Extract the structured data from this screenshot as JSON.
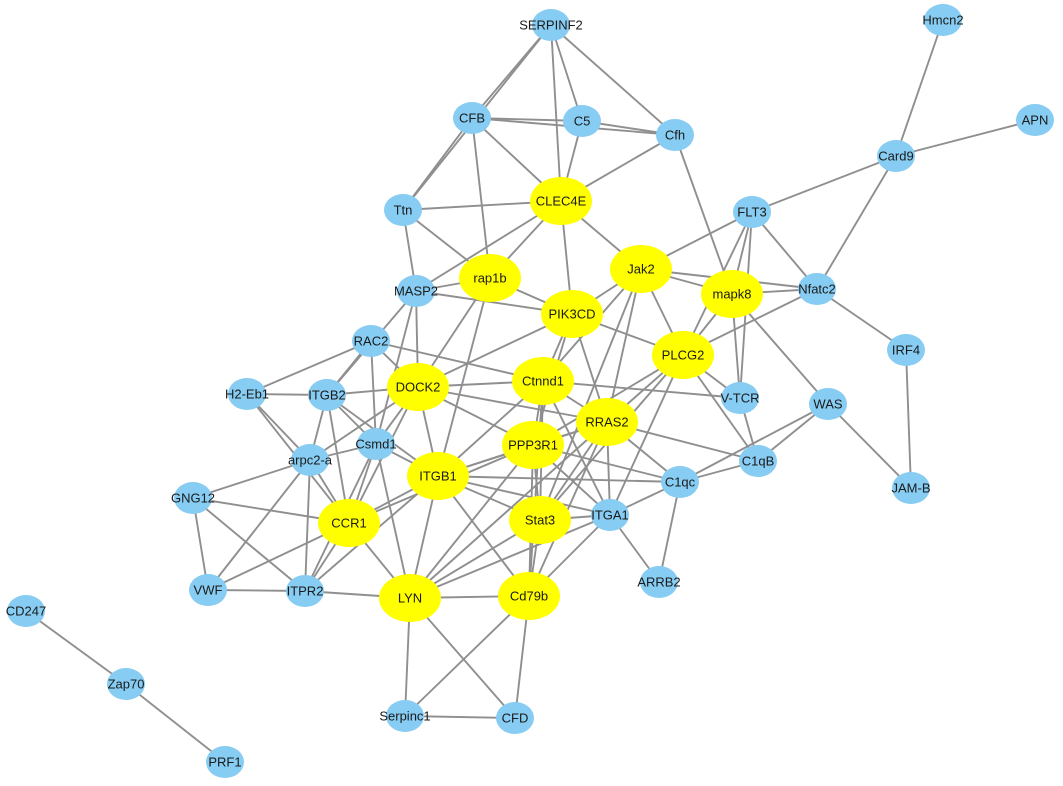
{
  "network": {
    "colors": {
      "hub": "#ffff00",
      "other": "#87ccf2",
      "edge": "#8f8f8f",
      "background": "#ffffff"
    },
    "nodes": [
      {
        "id": "SERPINF2",
        "label": "SERPINF2",
        "group": "other"
      },
      {
        "id": "Hmcn2",
        "label": "Hmcn2",
        "group": "other"
      },
      {
        "id": "CFB",
        "label": "CFB",
        "group": "other"
      },
      {
        "id": "C5",
        "label": "C5",
        "group": "other"
      },
      {
        "id": "Cfh",
        "label": "Cfh",
        "group": "other"
      },
      {
        "id": "APN",
        "label": "APN",
        "group": "other"
      },
      {
        "id": "Card9",
        "label": "Card9",
        "group": "other"
      },
      {
        "id": "Ttn",
        "label": "Ttn",
        "group": "other"
      },
      {
        "id": "CLEC4E",
        "label": "CLEC4E",
        "group": "hub"
      },
      {
        "id": "FLT3",
        "label": "FLT3",
        "group": "other"
      },
      {
        "id": "Jak2",
        "label": "Jak2",
        "group": "hub"
      },
      {
        "id": "rap1b",
        "label": "rap1b",
        "group": "hub"
      },
      {
        "id": "MASP2",
        "label": "MASP2",
        "group": "other"
      },
      {
        "id": "mapk8",
        "label": "mapk8",
        "group": "hub"
      },
      {
        "id": "Nfatc2",
        "label": "Nfatc2",
        "group": "other"
      },
      {
        "id": "PIK3CD",
        "label": "PIK3CD",
        "group": "hub"
      },
      {
        "id": "RAC2",
        "label": "RAC2",
        "group": "other"
      },
      {
        "id": "PLCG2",
        "label": "PLCG2",
        "group": "hub"
      },
      {
        "id": "IRF4",
        "label": "IRF4",
        "group": "other"
      },
      {
        "id": "Ctnnd1",
        "label": "Ctnnd1",
        "group": "hub"
      },
      {
        "id": "DOCK2",
        "label": "DOCK2",
        "group": "hub"
      },
      {
        "id": "H2-Eb1",
        "label": "H2-Eb1",
        "group": "other"
      },
      {
        "id": "ITGB2",
        "label": "ITGB2",
        "group": "other"
      },
      {
        "id": "V-TCR",
        "label": "V-TCR",
        "group": "other"
      },
      {
        "id": "WAS",
        "label": "WAS",
        "group": "other"
      },
      {
        "id": "RRAS2",
        "label": "RRAS2",
        "group": "hub"
      },
      {
        "id": "Csmd1",
        "label": "Csmd1",
        "group": "other"
      },
      {
        "id": "PPP3R1",
        "label": "PPP3R1",
        "group": "hub"
      },
      {
        "id": "arpc2-a",
        "label": "arpc2-a",
        "group": "other"
      },
      {
        "id": "C1qB",
        "label": "C1qB",
        "group": "other"
      },
      {
        "id": "ITGB1",
        "label": "ITGB1",
        "group": "hub"
      },
      {
        "id": "C1qc",
        "label": "C1qc",
        "group": "other"
      },
      {
        "id": "JAM-B",
        "label": "JAM-B",
        "group": "other"
      },
      {
        "id": "GNG12",
        "label": "GNG12",
        "group": "other"
      },
      {
        "id": "Stat3",
        "label": "Stat3",
        "group": "hub"
      },
      {
        "id": "ITGA1",
        "label": "ITGA1",
        "group": "other"
      },
      {
        "id": "CCR1",
        "label": "CCR1",
        "group": "hub"
      },
      {
        "id": "ARRB2",
        "label": "ARRB2",
        "group": "other"
      },
      {
        "id": "VWF",
        "label": "VWF",
        "group": "other"
      },
      {
        "id": "ITPR2",
        "label": "ITPR2",
        "group": "other"
      },
      {
        "id": "LYN",
        "label": "LYN",
        "group": "hub"
      },
      {
        "id": "Cd79b",
        "label": "Cd79b",
        "group": "hub"
      },
      {
        "id": "CD247",
        "label": "CD247",
        "group": "other"
      },
      {
        "id": "Zap70",
        "label": "Zap70",
        "group": "other"
      },
      {
        "id": "Serpinc1",
        "label": "Serpinc1",
        "group": "other"
      },
      {
        "id": "CFD",
        "label": "CFD",
        "group": "other"
      },
      {
        "id": "PRF1",
        "label": "PRF1",
        "group": "other"
      }
    ],
    "edges": [
      [
        "SERPINF2",
        "CFB"
      ],
      [
        "SERPINF2",
        "C5"
      ],
      [
        "SERPINF2",
        "Cfh"
      ],
      [
        "SERPINF2",
        "CLEC4E"
      ],
      [
        "SERPINF2",
        "Ttn"
      ],
      [
        "CFB",
        "C5"
      ],
      [
        "CFB",
        "Cfh"
      ],
      [
        "CFB",
        "Ttn"
      ],
      [
        "CFB",
        "CLEC4E"
      ],
      [
        "CFB",
        "rap1b"
      ],
      [
        "C5",
        "Cfh"
      ],
      [
        "C5",
        "CLEC4E"
      ],
      [
        "Cfh",
        "CLEC4E"
      ],
      [
        "Cfh",
        "mapk8"
      ],
      [
        "Hmcn2",
        "Card9"
      ],
      [
        "APN",
        "Card9"
      ],
      [
        "Card9",
        "FLT3"
      ],
      [
        "Card9",
        "Nfatc2"
      ],
      [
        "Ttn",
        "CLEC4E"
      ],
      [
        "Ttn",
        "MASP2"
      ],
      [
        "Ttn",
        "rap1b"
      ],
      [
        "CLEC4E",
        "MASP2"
      ],
      [
        "CLEC4E",
        "rap1b"
      ],
      [
        "CLEC4E",
        "PIK3CD"
      ],
      [
        "CLEC4E",
        "Jak2"
      ],
      [
        "FLT3",
        "Jak2"
      ],
      [
        "FLT3",
        "mapk8"
      ],
      [
        "FLT3",
        "Nfatc2"
      ],
      [
        "FLT3",
        "PLCG2"
      ],
      [
        "FLT3",
        "V-TCR"
      ],
      [
        "Jak2",
        "mapk8"
      ],
      [
        "Jak2",
        "Nfatc2"
      ],
      [
        "Jak2",
        "PLCG2"
      ],
      [
        "Jak2",
        "PIK3CD"
      ],
      [
        "Jak2",
        "RRAS2"
      ],
      [
        "Jak2",
        "Ctnnd1"
      ],
      [
        "Jak2",
        "Stat3"
      ],
      [
        "mapk8",
        "Nfatc2"
      ],
      [
        "mapk8",
        "PLCG2"
      ],
      [
        "mapk8",
        "WAS"
      ],
      [
        "mapk8",
        "V-TCR"
      ],
      [
        "Nfatc2",
        "PLCG2"
      ],
      [
        "Nfatc2",
        "IRF4"
      ],
      [
        "IRF4",
        "JAM-B"
      ],
      [
        "WAS",
        "JAM-B"
      ],
      [
        "WAS",
        "C1qB"
      ],
      [
        "WAS",
        "C1qc"
      ],
      [
        "rap1b",
        "MASP2"
      ],
      [
        "rap1b",
        "PIK3CD"
      ],
      [
        "rap1b",
        "DOCK2"
      ],
      [
        "rap1b",
        "ITGB1"
      ],
      [
        "MASP2",
        "PIK3CD"
      ],
      [
        "MASP2",
        "DOCK2"
      ],
      [
        "MASP2",
        "Csmd1"
      ],
      [
        "MASP2",
        "ITGB2"
      ],
      [
        "PIK3CD",
        "DOCK2"
      ],
      [
        "PIK3CD",
        "Ctnnd1"
      ],
      [
        "PIK3CD",
        "PLCG2"
      ],
      [
        "PIK3CD",
        "RRAS2"
      ],
      [
        "PIK3CD",
        "PPP3R1"
      ],
      [
        "RAC2",
        "DOCK2"
      ],
      [
        "RAC2",
        "ITGB2"
      ],
      [
        "RAC2",
        "H2-Eb1"
      ],
      [
        "RAC2",
        "Csmd1"
      ],
      [
        "RAC2",
        "Ctnnd1"
      ],
      [
        "PLCG2",
        "RRAS2"
      ],
      [
        "PLCG2",
        "V-TCR"
      ],
      [
        "PLCG2",
        "ITGA1"
      ],
      [
        "PLCG2",
        "PPP3R1"
      ],
      [
        "PLCG2",
        "Stat3"
      ],
      [
        "PLCG2",
        "C1qB"
      ],
      [
        "Ctnnd1",
        "DOCK2"
      ],
      [
        "Ctnnd1",
        "RRAS2"
      ],
      [
        "Ctnnd1",
        "PPP3R1"
      ],
      [
        "Ctnnd1",
        "ITGB1"
      ],
      [
        "Ctnnd1",
        "Stat3"
      ],
      [
        "Ctnnd1",
        "ITGA1"
      ],
      [
        "Ctnnd1",
        "V-TCR"
      ],
      [
        "Ctnnd1",
        "Cd79b"
      ],
      [
        "DOCK2",
        "ITGB2"
      ],
      [
        "DOCK2",
        "Csmd1"
      ],
      [
        "DOCK2",
        "arpc2-a"
      ],
      [
        "DOCK2",
        "ITGB1"
      ],
      [
        "DOCK2",
        "PPP3R1"
      ],
      [
        "DOCK2",
        "RRAS2"
      ],
      [
        "DOCK2",
        "CCR1"
      ],
      [
        "H2-Eb1",
        "ITGB2"
      ],
      [
        "H2-Eb1",
        "arpc2-a"
      ],
      [
        "H2-Eb1",
        "CCR1"
      ],
      [
        "ITGB2",
        "Csmd1"
      ],
      [
        "ITGB2",
        "arpc2-a"
      ],
      [
        "ITGB2",
        "ITGB1"
      ],
      [
        "ITGB2",
        "CCR1"
      ],
      [
        "V-TCR",
        "C1qB"
      ],
      [
        "RRAS2",
        "PPP3R1"
      ],
      [
        "RRAS2",
        "ITGB1"
      ],
      [
        "RRAS2",
        "Stat3"
      ],
      [
        "RRAS2",
        "ITGA1"
      ],
      [
        "RRAS2",
        "C1qc"
      ],
      [
        "RRAS2",
        "C1qB"
      ],
      [
        "RRAS2",
        "Cd79b"
      ],
      [
        "RRAS2",
        "LYN"
      ],
      [
        "Csmd1",
        "arpc2-a"
      ],
      [
        "Csmd1",
        "ITGB1"
      ],
      [
        "Csmd1",
        "CCR1"
      ],
      [
        "Csmd1",
        "LYN"
      ],
      [
        "Csmd1",
        "ITPR2"
      ],
      [
        "PPP3R1",
        "ITGB1"
      ],
      [
        "PPP3R1",
        "Stat3"
      ],
      [
        "PPP3R1",
        "ITGA1"
      ],
      [
        "PPP3R1",
        "C1qc"
      ],
      [
        "PPP3R1",
        "CCR1"
      ],
      [
        "PPP3R1",
        "LYN"
      ],
      [
        "PPP3R1",
        "Cd79b"
      ],
      [
        "arpc2-a",
        "GNG12"
      ],
      [
        "arpc2-a",
        "VWF"
      ],
      [
        "arpc2-a",
        "ITPR2"
      ],
      [
        "arpc2-a",
        "CCR1"
      ],
      [
        "C1qB",
        "C1qc"
      ],
      [
        "C1qc",
        "ITGA1"
      ],
      [
        "C1qc",
        "ARRB2"
      ],
      [
        "C1qc",
        "ITGB1"
      ],
      [
        "ITGB1",
        "Stat3"
      ],
      [
        "ITGB1",
        "ITGA1"
      ],
      [
        "ITGB1",
        "CCR1"
      ],
      [
        "ITGB1",
        "LYN"
      ],
      [
        "ITGB1",
        "Cd79b"
      ],
      [
        "ITGB1",
        "ITPR2"
      ],
      [
        "GNG12",
        "VWF"
      ],
      [
        "GNG12",
        "ITPR2"
      ],
      [
        "GNG12",
        "CCR1"
      ],
      [
        "Stat3",
        "ITGA1"
      ],
      [
        "Stat3",
        "LYN"
      ],
      [
        "Stat3",
        "Cd79b"
      ],
      [
        "ITGA1",
        "ARRB2"
      ],
      [
        "ITGA1",
        "Cd79b"
      ],
      [
        "ITGA1",
        "LYN"
      ],
      [
        "CCR1",
        "VWF"
      ],
      [
        "CCR1",
        "ITPR2"
      ],
      [
        "CCR1",
        "LYN"
      ],
      [
        "VWF",
        "ITPR2"
      ],
      [
        "ITPR2",
        "LYN"
      ],
      [
        "LYN",
        "Cd79b"
      ],
      [
        "LYN",
        "Serpinc1"
      ],
      [
        "LYN",
        "CFD"
      ],
      [
        "Cd79b",
        "Serpinc1"
      ],
      [
        "Cd79b",
        "CFD"
      ],
      [
        "Serpinc1",
        "CFD"
      ],
      [
        "CD247",
        "Zap70"
      ],
      [
        "Zap70",
        "PRF1"
      ]
    ]
  }
}
